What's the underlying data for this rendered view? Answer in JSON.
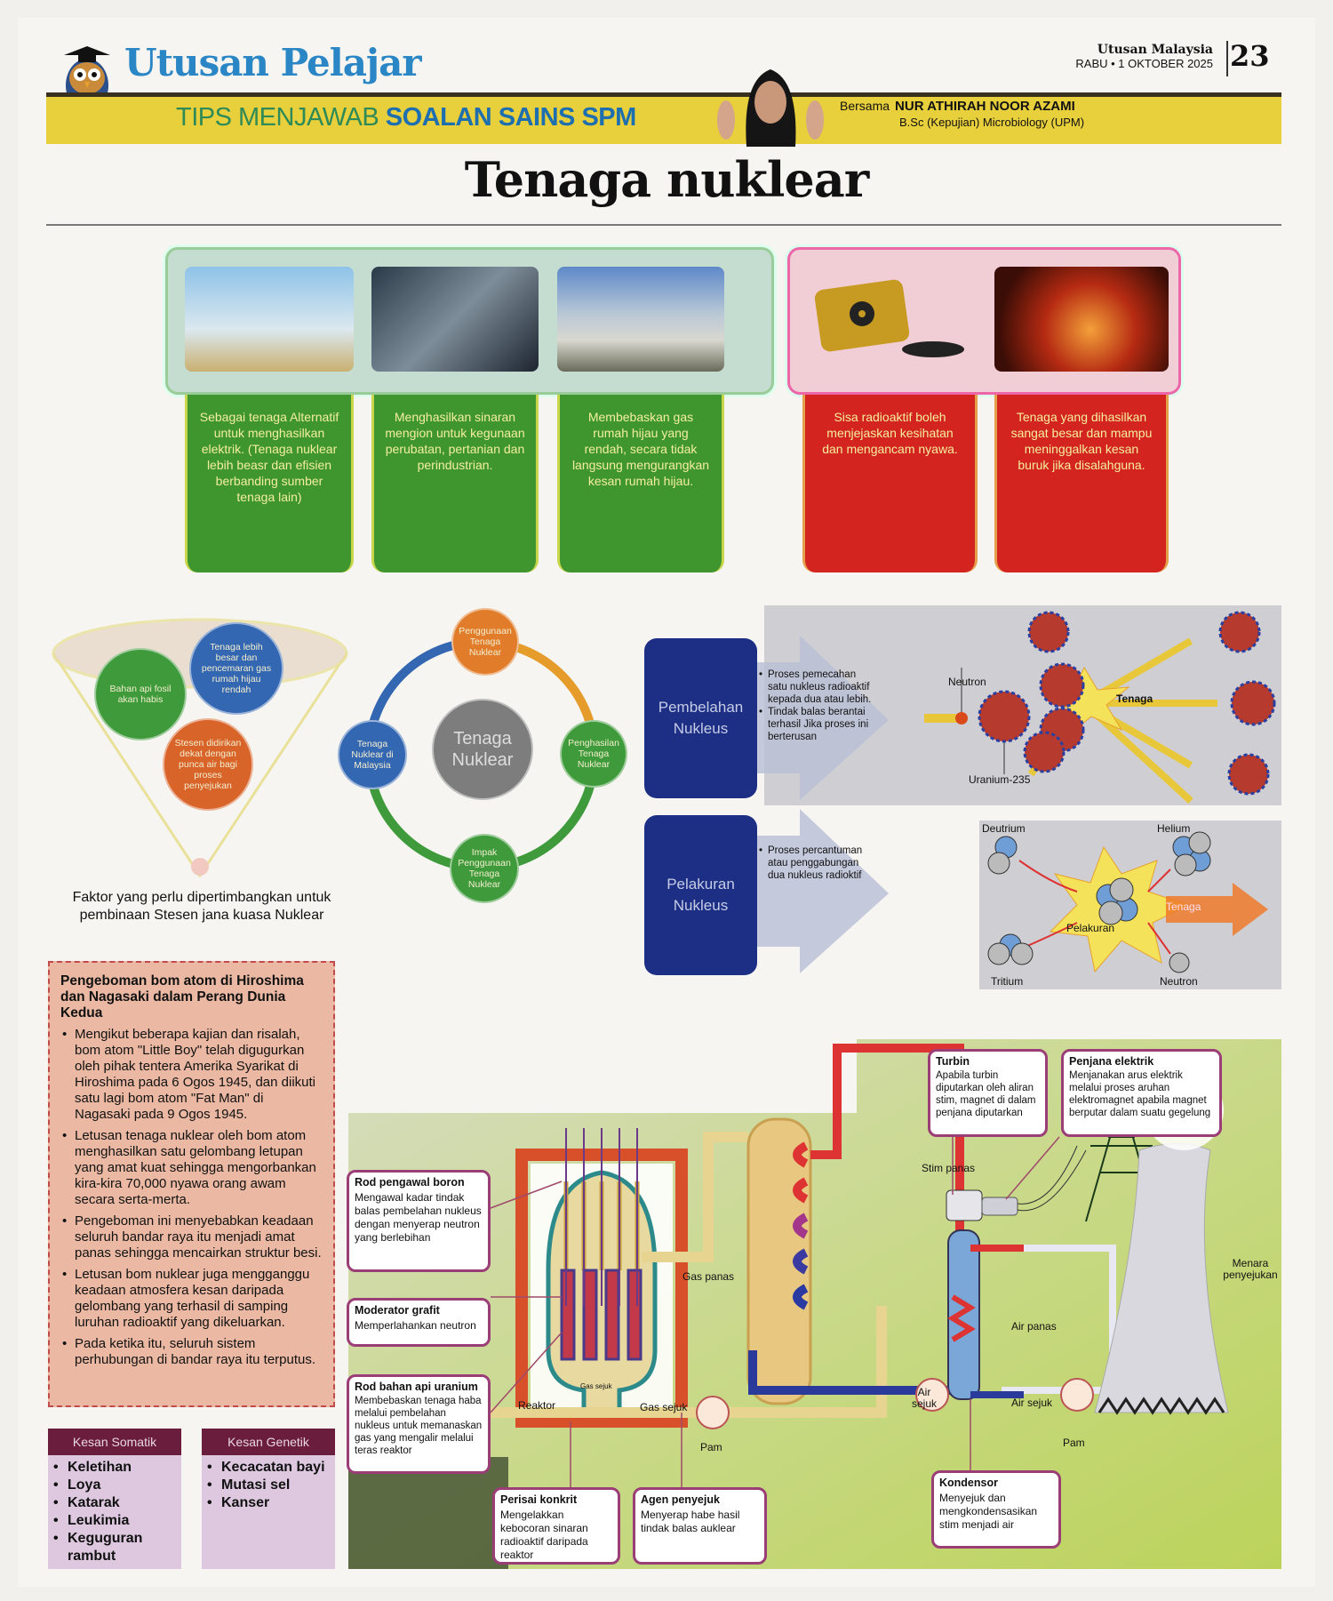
{
  "header": {
    "brand": "Utusan Pelajar",
    "paper": "Utusan Malaysia",
    "date": "RABU • 1 OKTOBER 2025",
    "page_number": "23",
    "tips_prefix": "TIPS MENJAWAB ",
    "tips_highlight": "SOALAN SAINS SPM",
    "bersama": "Bersama",
    "author": "NUR ATHIRAH NOOR AZAMI",
    "credential": "B.Sc (Kepujian) Microbiology (UPM)"
  },
  "title": "Tenaga nuklear",
  "advantages": [
    "Sebagai tenaga Alternatif untuk menghasilkan elektrik. (Tenaga nuklear lebih beasr dan efisien berbanding sumber tenaga lain)",
    "Menghasilkan sinaran mengion untuk kegunaan perubatan, pertanian dan perindustrian.",
    "Membebaskan gas rumah hijau yang rendah, secara tidak langsung mengurangkan kesan rumah hijau."
  ],
  "disadvantages": [
    "Sisa radioaktif boleh menjejaskan kesihatan dan mengancam nyawa.",
    "Tenaga yang dihasilkan sangat besar dan mampu meninggalkan kesan buruk jika disalahguna."
  ],
  "factors": {
    "circles": [
      "Bahan api fosil akan habis",
      "Tenaga lebih besar dan pencemaran gas rumah hijau rendah",
      "Stesen didirikan dekat dengan punca air bagi proses penyejukan"
    ],
    "caption": "Faktor yang perlu dipertimbangkan untuk pembinaan Stesen jana kuasa Nuklear"
  },
  "cycle": {
    "center": "Tenaga Nuklear",
    "nodes": [
      "Penggunaan Tenaga Nuklear",
      "Penghasilan Tenaga Nuklear",
      "Impak Penggunaan Tenaga Nuklear",
      "Tenaga Nuklear di Malaysia"
    ]
  },
  "fission": {
    "title": "Pembelahan Nukleus",
    "bullets": [
      "Proses pemecahan satu nukleus radioaktif kepada dua atau lebih.",
      "Tindak balas berantai terhasil Jika proses ini berterusan"
    ],
    "neutron": "Neutron",
    "uranium": "Uranium-235",
    "energy": "Tenaga"
  },
  "fusion": {
    "title": "Pelakuran Nukleus",
    "bullets": [
      "Proses percantuman atau penggabungan dua nukleus radioktif"
    ],
    "deutrium": "Deutrium",
    "tritium": "Tritium",
    "helium": "Helium",
    "neutron": "Neutron",
    "center": "Pelakuran",
    "energy": "Tenaga"
  },
  "bomb": {
    "title": "Pengeboman bom atom di Hiroshima dan Nagasaki dalam Perang Dunia Kedua",
    "bullets": [
      "Mengikut beberapa kajian dan risalah, bom atom \"Little Boy\" telah digugurkan oleh pihak tentera Amerika Syarikat di Hiroshima pada 6 Ogos 1945, dan diikuti satu lagi bom atom \"Fat Man\" di Nagasaki pada 9 Ogos 1945.",
      "Letusan tenaga nuklear oleh bom atom menghasilkan satu gelombang letupan yang amat kuat sehingga mengorbankan kira-kira 70,000 nyawa orang awam secara serta-merta.",
      "Pengeboman ini menyebabkan keadaan seluruh bandar raya itu menjadi amat panas sehingga mencairkan struktur besi.",
      "Letusan bom nuklear juga mengganggu keadaan atmosfera kesan daripada gelombang yang terhasil di samping luruhan radioaktif yang dikeluarkan.",
      "Pada ketika itu, seluruh sistem perhubungan di bandar raya itu terputus."
    ]
  },
  "somatik": {
    "title": "Kesan Somatik",
    "items": [
      "Keletihan",
      "Loya",
      "Katarak",
      "Leukimia",
      "Keguguran rambut"
    ]
  },
  "genetik": {
    "title": "Kesan Genetik",
    "items": [
      "Kecacatan bayi",
      "Mutasi sel",
      "Kanser"
    ]
  },
  "reactor": {
    "callouts": [
      {
        "title": "Rod pengawal boron",
        "text": "Mengawal kadar tindak balas pembelahan nukleus dengan menyerap neutron yang berlebihan"
      },
      {
        "title": "Moderator grafit",
        "text": "Memperlahankan neutron"
      },
      {
        "title": "Rod bahan api uranium",
        "text": "Membebaskan tenaga haba melalui pembelahan nukleus untuk memanaskan gas yang mengalir melalui teras reaktor"
      },
      {
        "title": "Perisai konkrit",
        "text": "Mengelakkan kebocoran sinaran radioaktif daripada reaktor"
      },
      {
        "title": "Agen penyejuk",
        "text": "Menyerap habe hasil tindak balas auklear"
      },
      {
        "title": "Turbin",
        "text": "Apabila turbin diputarkan oleh aliran stim, magnet di dalam penjana diputarkan"
      },
      {
        "title": "Penjana elektrik",
        "text": "Menjanakan arus elektrik melalui proses aruhan elektromagnet apabila magnet berputar dalam suatu gegelung"
      },
      {
        "title": "Kondensor",
        "text": "Menyejuk dan mengkondensasikan stim menjadi air"
      }
    ],
    "flow": {
      "gas_panas": "Gas panas",
      "gas_sejuk": "Gas sejuk",
      "gas_sejuk_inner": "Gas sejuk",
      "reaktor": "Reaktor",
      "pam1": "Pam",
      "stim_panas": "Stim panas",
      "air_panas": "Air panas",
      "air_sejuk": "Air sejuk",
      "air_sejuk_v": "Air sejuk",
      "pam2": "Pam",
      "menara": "Menara penyejukan"
    }
  }
}
